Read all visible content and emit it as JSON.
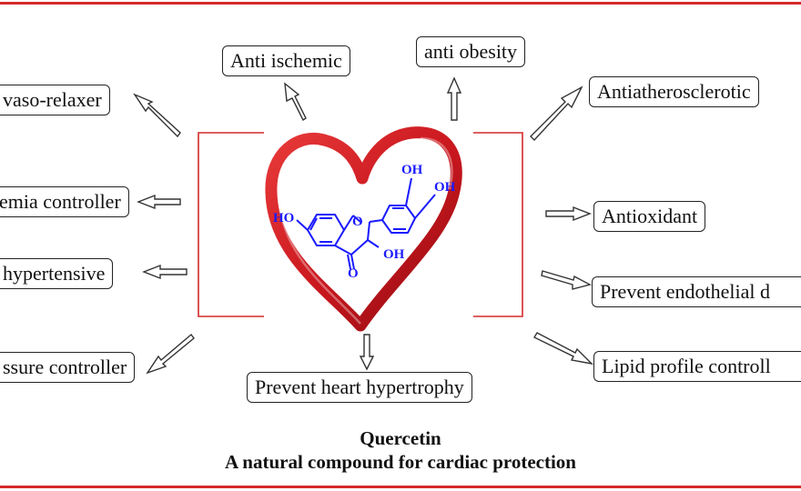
{
  "effects": {
    "anti_ischemic": "Anti ischemic",
    "anti_obesity": "anti obesity",
    "antiatherosclerotic": "Antiatherosclerotic",
    "vaso_relaxer": "vaso-relaxer",
    "glycemia_controller": "emia controller",
    "antihypertensive": "hypertensive",
    "pressure_controller": "ssure controller",
    "antioxidant": "Antioxidant",
    "prevent_endothelial": "Prevent endothelial d",
    "lipid_profile": "Lipid profile controll",
    "prevent_hypertrophy": "Prevent heart hypertrophy"
  },
  "molecule": {
    "oh_top": "OH",
    "oh_right": "OH",
    "ho_left": "HO",
    "oh_bottom": "OH",
    "o_ring": "O",
    "o_carbonyl": "O"
  },
  "caption": {
    "line1": "Quercetin",
    "line2": "A natural compound for cardiac protection"
  },
  "colors": {
    "accent_red": "#d42a2a",
    "heart_red": "#c8161d",
    "molecule_blue": "#1a1aff"
  }
}
